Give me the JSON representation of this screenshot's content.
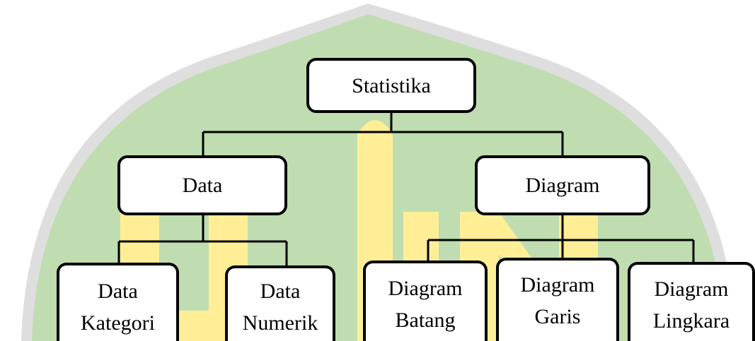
{
  "diagram": {
    "root": {
      "label": "Statistika"
    },
    "branches": [
      {
        "label": "Data",
        "children": [
          {
            "line1": "Data",
            "line2": "Kategori"
          },
          {
            "line1": "Data",
            "line2": "Numerik"
          }
        ]
      },
      {
        "label": "Diagram",
        "children": [
          {
            "line1": "Diagram",
            "line2": "Batang"
          },
          {
            "line1": "Diagram",
            "line2": "Garis"
          },
          {
            "line1": "Diagram",
            "line2": "Lingkara"
          }
        ]
      }
    ]
  },
  "watermark": {
    "green": "#b4dca0",
    "yellow": "#ffee96",
    "gray": "#c8c8c8"
  }
}
